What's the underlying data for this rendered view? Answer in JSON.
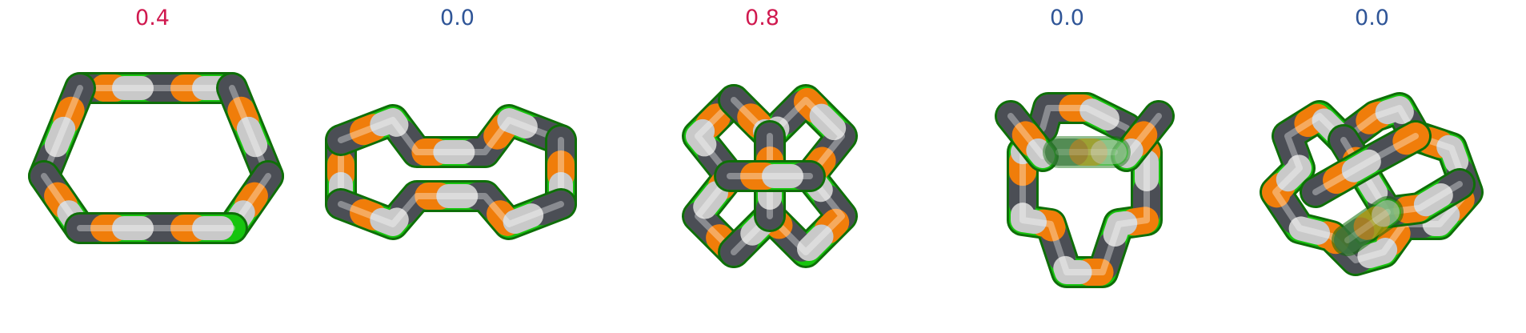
{
  "colors": {
    "green": "#17c40e",
    "orange": "#f07d0a",
    "dark": "#4b4e55",
    "light": "#c9c9c9",
    "score_red": "#d0194f",
    "score_blue": "#2f5597"
  },
  "panels": [
    {
      "score": "0.4",
      "score_color": "#d0194f"
    },
    {
      "score": "0.0",
      "score_color": "#2f5597"
    },
    {
      "score": "0.8",
      "score_color": "#d0194f"
    },
    {
      "score": "0.0",
      "score_color": "#2f5597"
    },
    {
      "score": "0.0",
      "score_color": "#2f5597"
    }
  ]
}
